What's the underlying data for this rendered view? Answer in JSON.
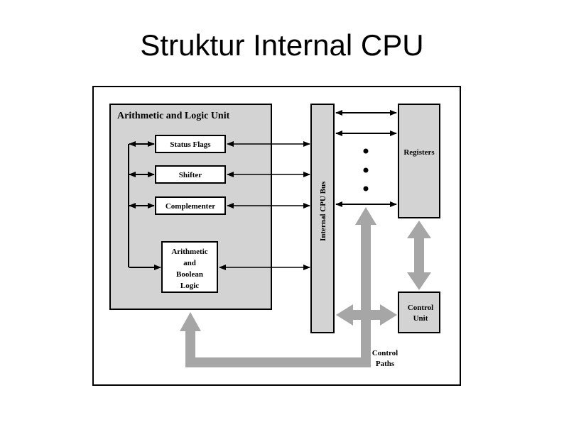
{
  "title": "Struktur Internal CPU",
  "alu": {
    "label": "Arithmetic and Logic Unit",
    "status_flags": "Status Flags",
    "shifter": "Shifter",
    "complementer": "Complementer",
    "arith_lines": [
      "Arithmetic",
      "and",
      "Boolean",
      "Logic"
    ]
  },
  "bus": {
    "label": "Internal CPU Bus"
  },
  "registers": {
    "label": "Registers"
  },
  "control_unit": {
    "lines": [
      "Control",
      "Unit"
    ]
  },
  "control_paths": {
    "lines": [
      "Control",
      "Paths"
    ]
  },
  "colors": {
    "block_fill": "#d3d3d3",
    "arrow_gray": "#a6a6a6",
    "stroke": "#000000"
  }
}
